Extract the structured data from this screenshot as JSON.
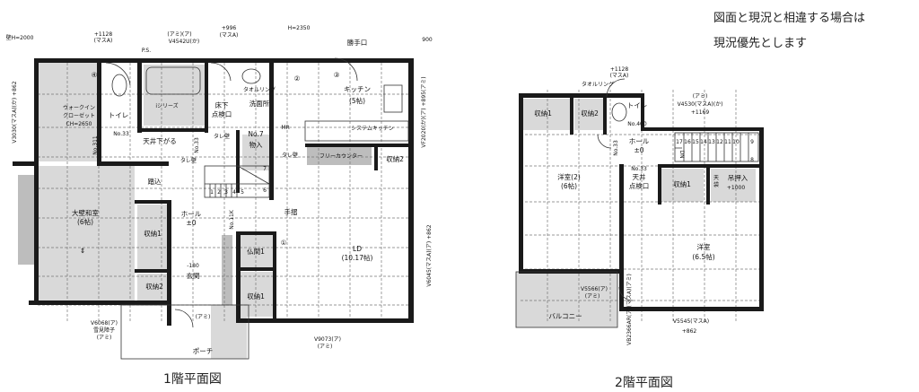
{
  "note": {
    "line1": "図面と現況と相違する場合は",
    "line2": "現況優先とします"
  },
  "floor1": {
    "title": "1階平面図",
    "wall_height": "壁H=2000",
    "window_top_left": [
      "+1128",
      "(マスA)"
    ],
    "ps": "P.S.",
    "bath_window": [
      "(アミ)(ア)",
      "V4542U(か)"
    ],
    "window_wash": [
      "+996",
      "(マスA)"
    ],
    "h2350": "H=2350",
    "back_door": "勝手口",
    "dim_900": "900",
    "left_window": "V3030(マスA)(か) +862",
    "walk_in": [
      "ウォークイン",
      "クローゼット",
      "CH=2650"
    ],
    "toilet": "トイレ",
    "toilet_no": "No.33",
    "no311": "No.311",
    "bath": "iシリーズ",
    "floor_hatch": [
      "床下",
      "点検口"
    ],
    "towel_ring": "タオルリング",
    "washroom": "洗面所",
    "kitchen": [
      "キッチン",
      "(5帖)"
    ],
    "system_kitchen": "システムキッチン",
    "mr": "MR",
    "free_counter": "フリーカウンター",
    "storage2_right": "収納2",
    "right_window_top": "VF2020(か)(ア) +895(アミ)",
    "ceiling_down": "天井下がる",
    "no33_vertical": "No.33",
    "tare_wall": [
      "タレ壁",
      "タレ壁",
      "タレ壁"
    ],
    "closet_no7": [
      "No.7",
      "物入"
    ],
    "entry_step": "踏込",
    "stairs": [
      "1",
      "2",
      "3",
      "4",
      "5",
      "6",
      "7"
    ],
    "japanese_room": [
      "大壁和室",
      "(6帖)"
    ],
    "storage1_left": "収納1",
    "storage2_left": "収納2",
    "hall": [
      "ホール",
      "±0"
    ],
    "no11k": "No.11K",
    "handrail": "手摺",
    "butsuma": "仏間1",
    "storage1_mid": "収納1",
    "genkan": [
      "-180",
      "玄関"
    ],
    "genkan_ami": "(アミ)",
    "marker1": "①",
    "marker2": "②",
    "marker3": "③",
    "marker4": "④",
    "ld": [
      "LD",
      "(10.17帖)"
    ],
    "window_bottom_left": [
      "V6068(ア)",
      "雪見障子",
      "(アミ)"
    ],
    "window_bottom_right": [
      "V9073(ア)",
      "(アミ)"
    ],
    "right_window_bottom": "V6045(マスA)(ア) +862",
    "porch": "ポーチ"
  },
  "floor2": {
    "title": "2階平面図",
    "towel_ring": "タオルリング",
    "toilet_window": [
      "+1128",
      "(マスA)"
    ],
    "toilet": "トイレ",
    "storage1_top": "収納1",
    "storage2_top": "収納2",
    "no400": "No.400",
    "hall": [
      "ホール",
      "±0"
    ],
    "window_top": [
      "(アミ)",
      "V4530(マスA)(か)",
      "+1169"
    ],
    "stairs": [
      "17",
      "16",
      "15",
      "14",
      "13",
      "12",
      "11",
      "10",
      "9",
      "8"
    ],
    "dn": "DN",
    "no33": "No.33",
    "western_room2": [
      "洋室(2)",
      "(6帖)"
    ],
    "ceiling_hatch": [
      "No.33",
      "天井",
      "点検口"
    ],
    "storage1_mid": "収納1",
    "tenbukuro": [
      "天",
      "袋"
    ],
    "hanging_closet": [
      "吊押入",
      "+1000"
    ],
    "western_room": [
      "洋室",
      "(6.5帖)"
    ],
    "window_balcony": [
      "V5566(ア)",
      "(アミ)"
    ],
    "door_balcony": "VB2366AR(ア)(マスA)(アミ)",
    "balcony": "バルコニー",
    "window_bottom": [
      "V5545(マスA)",
      "+862"
    ]
  }
}
